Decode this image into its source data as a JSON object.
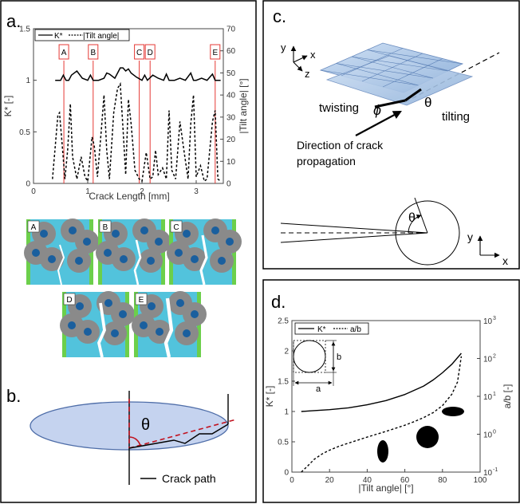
{
  "panels": {
    "a": {
      "label": "a.",
      "chart_data": {
        "type": "line",
        "xlabel": "Crack Length [mm]",
        "ylabel": "K* [-]",
        "ylabel_right": "|Tilt angle| [°]",
        "xlim": [
          0,
          3.5
        ],
        "ylim": [
          0,
          1.5
        ],
        "ylim_right": [
          0,
          70
        ],
        "x_ticks": [
          "0",
          "1",
          "2",
          "3"
        ],
        "y_ticks": [
          "0",
          "0.5",
          "1",
          "1.5"
        ],
        "y_right_ticks": [
          "0",
          "10",
          "20",
          "30",
          "40",
          "50",
          "60",
          "70"
        ],
        "legend_placement": "top-left",
        "series": [
          {
            "name": "K*",
            "style": "solid",
            "color": "#000000",
            "x": [
              0.4,
              0.5,
              0.55,
              0.6,
              0.65,
              0.7,
              0.8,
              0.9,
              1.0,
              1.05,
              1.1,
              1.2,
              1.3,
              1.35,
              1.4,
              1.5,
              1.55,
              1.6,
              1.65,
              1.7,
              1.75,
              1.8,
              1.9,
              2.0,
              2.05,
              2.1,
              2.2,
              2.3,
              2.4,
              2.45,
              2.5,
              2.6,
              2.7,
              2.8,
              2.9,
              2.95,
              3.0,
              3.1,
              3.2,
              3.3,
              3.35,
              3.4,
              3.45
            ],
            "y": [
              1.0,
              1.0,
              1.05,
              1.0,
              1.0,
              1.05,
              1.09,
              1.02,
              1.0,
              1.05,
              1.0,
              1.0,
              1.02,
              1.07,
              1.06,
              1.02,
              1.07,
              1.12,
              1.12,
              1.09,
              1.11,
              1.07,
              1.03,
              1.0,
              1.05,
              1.0,
              1.05,
              1.02,
              1.0,
              1.06,
              1.0,
              1.0,
              1.02,
              1.0,
              1.07,
              1.0,
              1.0,
              1.02,
              1.0,
              1.06,
              1.0,
              1.0,
              1.0
            ]
          },
          {
            "name": "|Tilt angle|",
            "style": "dashed",
            "color": "#000000",
            "x": [
              0.35,
              0.45,
              0.48,
              0.52,
              0.58,
              0.63,
              0.68,
              0.72,
              0.8,
              0.88,
              0.95,
              1.0,
              1.08,
              1.12,
              1.18,
              1.25,
              1.3,
              1.35,
              1.4,
              1.48,
              1.55,
              1.6,
              1.65,
              1.7,
              1.75,
              1.8,
              1.87,
              1.95,
              2.0,
              2.08,
              2.15,
              2.2,
              2.25,
              2.3,
              2.38,
              2.45,
              2.5,
              2.55,
              2.62,
              2.7,
              2.78,
              2.85,
              2.9,
              2.95,
              3.0,
              3.08,
              3.15,
              3.2,
              3.3,
              3.35,
              3.4,
              3.45
            ],
            "y": [
              2,
              31,
              32,
              20,
              2,
              15,
              36,
              12,
              2,
              12,
              3,
              1,
              21,
              17,
              3,
              24,
              40,
              15,
              2,
              32,
              43,
              45,
              25,
              4,
              38,
              27,
              6,
              2,
              1,
              14,
              2,
              3,
              15,
              4,
              7,
              2,
              33,
              6,
              2,
              28,
              14,
              2,
              27,
              40,
              3,
              8,
              1,
              2,
              28,
              33,
              2,
              1
            ]
          }
        ],
        "markers": [
          {
            "label": "A",
            "x": 0.56
          },
          {
            "label": "B",
            "x": 1.1
          },
          {
            "label": "C",
            "x": 1.95
          },
          {
            "label": "D",
            "x": 2.15
          },
          {
            "label": "E",
            "x": 3.35
          }
        ]
      },
      "snapshots": [
        "A",
        "B",
        "C",
        "D",
        "E"
      ]
    },
    "b": {
      "label": "b.",
      "theta": "θ",
      "legend": "Crack path"
    },
    "c": {
      "label": "c.",
      "axes_3d": {
        "y": "y",
        "x": "x",
        "z": "z"
      },
      "twisting": "twisting",
      "phi": "ϕ",
      "theta": "θ",
      "tilting": "tilting",
      "direction_line1": "Direction of crack",
      "direction_line2": "propagation",
      "theta2": "θ",
      "axes_2d": {
        "y": "y",
        "x": "x"
      }
    },
    "d": {
      "label": "d.",
      "chart_data": {
        "type": "line",
        "xlabel": "|Tilt angle| [°]",
        "ylabel": "K* [-]",
        "ylabel_right": "a/b [-]",
        "xlim": [
          0,
          100
        ],
        "ylim": [
          0,
          2.5
        ],
        "ylim_right_log": [
          0.1,
          1000
        ],
        "x_ticks": [
          "0",
          "20",
          "40",
          "60",
          "80",
          "100"
        ],
        "y_ticks": [
          "0",
          "0.5",
          "1",
          "1.5",
          "2",
          "2.5"
        ],
        "y_right_ticks": [
          {
            "base": "10",
            "exp": "-1"
          },
          {
            "base": "10",
            "exp": "0"
          },
          {
            "base": "10",
            "exp": "1"
          },
          {
            "base": "10",
            "exp": "2"
          },
          {
            "base": "10",
            "exp": "3"
          }
        ],
        "legend_placement": "top-left",
        "series": [
          {
            "name": "K*",
            "style": "solid",
            "color": "#000000",
            "x": [
              5,
              10,
              20,
              30,
              40,
              50,
              60,
              70,
              75,
              80,
              85,
              90
            ],
            "y": [
              1.0,
              1.01,
              1.03,
              1.06,
              1.11,
              1.18,
              1.28,
              1.42,
              1.52,
              1.64,
              1.78,
              1.96
            ]
          },
          {
            "name": "a/b",
            "style": "dashed",
            "color": "#000000",
            "x": [
              5,
              8,
              12,
              16,
              20,
              25,
              30,
              35,
              40,
              45,
              50,
              55,
              60,
              65,
              70,
              75,
              80,
              85,
              88,
              90
            ],
            "y": [
              0.1,
              0.14,
              0.22,
              0.3,
              0.38,
              0.48,
              0.58,
              0.7,
              0.84,
              1.0,
              1.19,
              1.43,
              1.73,
              2.15,
              2.75,
              3.7,
              5.7,
              11.4,
              24,
              114
            ]
          }
        ],
        "inset": {
          "a": "a",
          "b": "b"
        }
      }
    }
  }
}
